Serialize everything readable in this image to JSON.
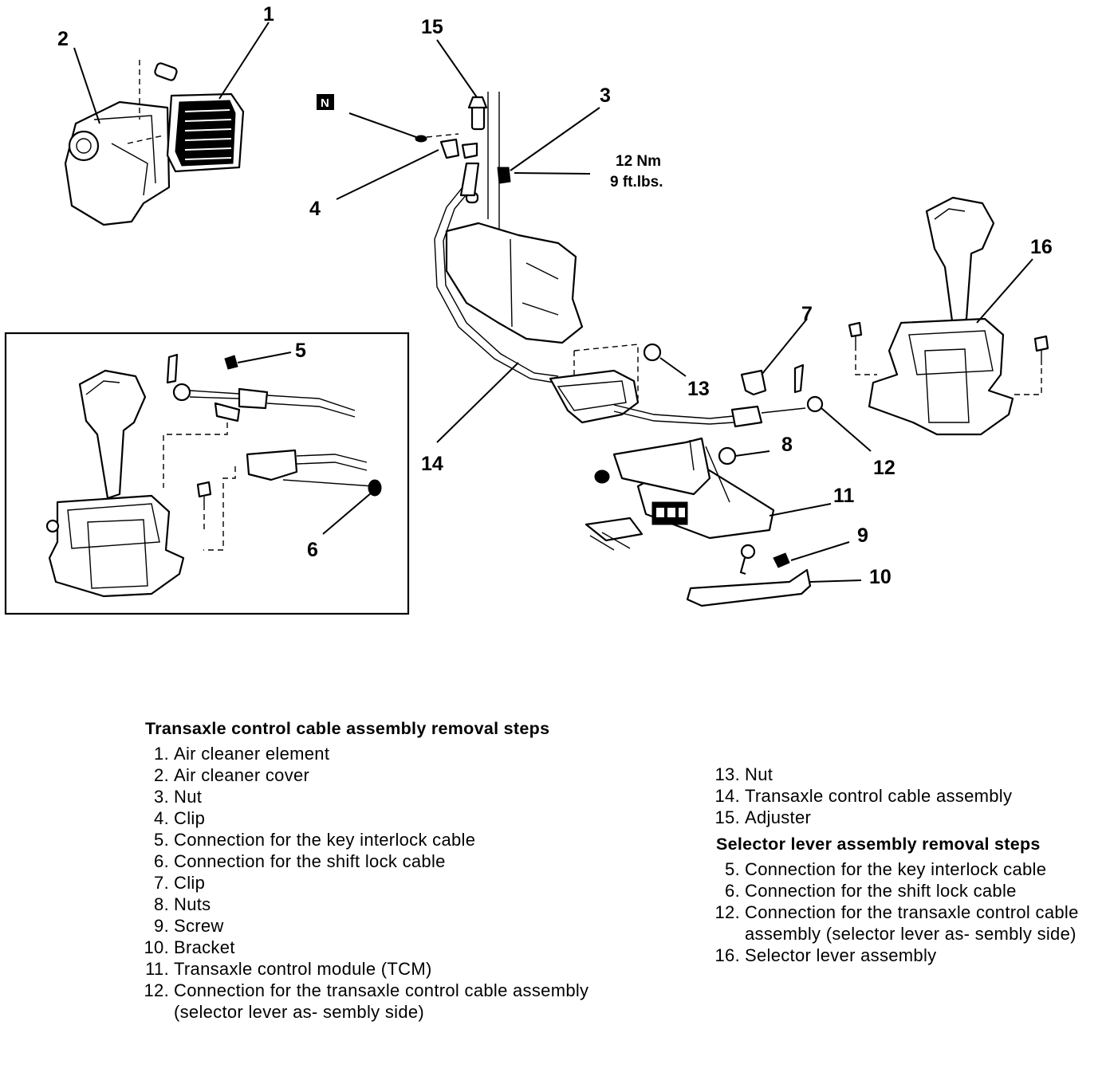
{
  "callouts": {
    "c1": "1",
    "c2": "2",
    "c3": "3",
    "c4": "4",
    "c5": "5",
    "c6": "6",
    "c7": "7",
    "c8": "8",
    "c9": "9",
    "c10": "10",
    "c11": "11",
    "c12": "12",
    "c13": "13",
    "c14": "14",
    "c15": "15",
    "c16": "16"
  },
  "n_marker": "N",
  "torque": {
    "metric": "12 Nm",
    "imperial": "9 ft.lbs."
  },
  "left_list": {
    "heading": "Transaxle control cable assembly removal steps",
    "steps": [
      {
        "num": "1.",
        "text": "Air cleaner element"
      },
      {
        "num": "2.",
        "text": "Air cleaner cover"
      },
      {
        "num": "3.",
        "text": "Nut"
      },
      {
        "num": "4.",
        "text": "Clip"
      },
      {
        "num": "5.",
        "text": "Connection for the key interlock cable"
      },
      {
        "num": "6.",
        "text": "Connection for the shift lock cable"
      },
      {
        "num": "7.",
        "text": "Clip"
      },
      {
        "num": "8.",
        "text": "Nuts"
      },
      {
        "num": "9.",
        "text": "Screw"
      },
      {
        "num": "10.",
        "text": "Bracket"
      },
      {
        "num": "11.",
        "text": "Transaxle control module (TCM)"
      },
      {
        "num": "12.",
        "text": "Connection for the transaxle control cable assembly (selector lever as- sembly side)"
      }
    ]
  },
  "right_list": {
    "steps_continued": [
      {
        "num": "13.",
        "text": "Nut"
      },
      {
        "num": "14.",
        "text": "Transaxle control cable assembly"
      },
      {
        "num": "15.",
        "text": "Adjuster"
      }
    ],
    "heading": "Selector lever assembly removal steps",
    "steps": [
      {
        "num": "5.",
        "text": "Connection for the key interlock cable"
      },
      {
        "num": "6.",
        "text": "Connection for the shift lock cable"
      },
      {
        "num": "12.",
        "text": "Connection for the transaxle control cable assembly (selector lever as- sembly side)"
      },
      {
        "num": "16.",
        "text": "Selector lever assembly"
      }
    ]
  }
}
